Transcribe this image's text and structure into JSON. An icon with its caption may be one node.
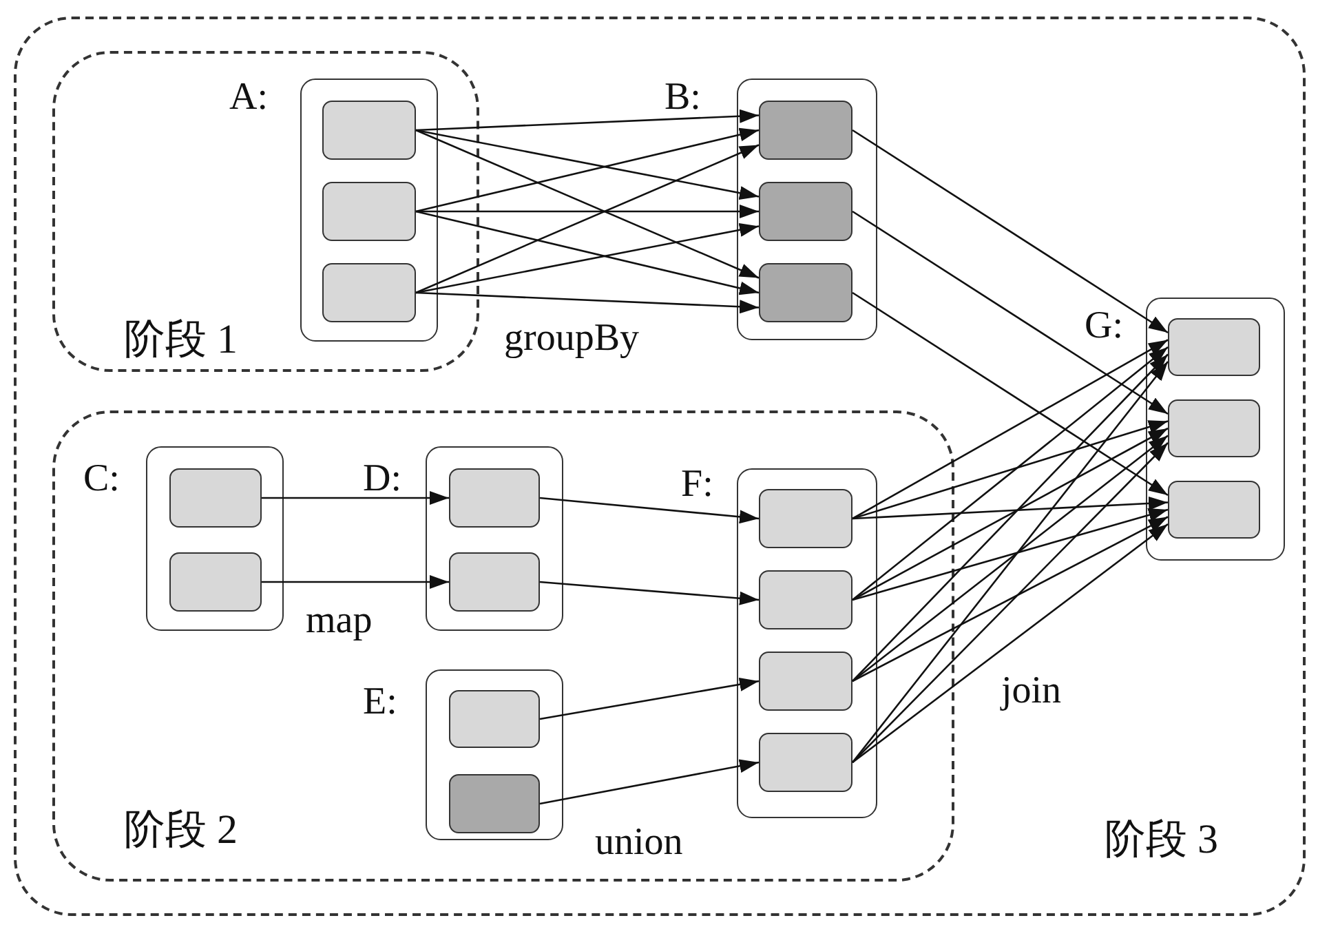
{
  "diagram": {
    "nodes": [
      {
        "text": [
          "阶段 3"
        ]
      },
      {
        "text": [
          "阶段 1"
        ],
        "in": 0
      },
      {
        "text": [
          "A:"
        ],
        "in": 1
      },
      {
        "text": [],
        "shape": "box",
        "in": 2
      },
      {
        "text": [],
        "shape": "box",
        "in": 2
      },
      {
        "text": [],
        "shape": "box",
        "in": 2
      },
      {
        "text": [
          "B:"
        ],
        "in": 0
      },
      {
        "text": [],
        "shape": "box",
        "in": 6
      },
      {
        "text": [],
        "shape": "box",
        "in": 6
      },
      {
        "text": [],
        "shape": "box",
        "in": 6
      },
      {
        "text": [
          "阶段 2"
        ],
        "in": 0
      },
      {
        "text": [
          "C:"
        ],
        "in": 10
      },
      {
        "text": [],
        "shape": "box",
        "in": 11
      },
      {
        "text": [],
        "shape": "box",
        "in": 11
      },
      {
        "text": [
          "D:"
        ],
        "in": 10
      },
      {
        "text": [],
        "shape": "box",
        "in": 14
      },
      {
        "text": [],
        "shape": "box",
        "in": 14
      },
      {
        "text": [
          "E:"
        ],
        "in": 10
      },
      {
        "text": [],
        "shape": "box",
        "in": 17
      },
      {
        "text": [],
        "shape": "box",
        "in": 17
      },
      {
        "text": [
          "F:"
        ],
        "in": 10
      },
      {
        "text": [],
        "shape": "box",
        "in": 20
      },
      {
        "text": [],
        "shape": "box",
        "in": 20
      },
      {
        "text": [],
        "shape": "box",
        "in": 20
      },
      {
        "text": [],
        "shape": "box",
        "in": 20
      },
      {
        "text": [
          "G:"
        ],
        "in": 0
      },
      {
        "text": [],
        "shape": "box",
        "in": 25
      },
      {
        "text": [],
        "shape": "box",
        "in": 25
      },
      {
        "text": [],
        "shape": "box",
        "in": 25
      }
    ],
    "edges": [
      {
        "from": 3,
        "to": 7,
        "arrow": "to"
      },
      {
        "from": 3,
        "to": 8,
        "arrow": "to"
      },
      {
        "from": 3,
        "to": 9,
        "arrow": "to"
      },
      {
        "from": 4,
        "to": 7,
        "arrow": "to"
      },
      {
        "from": 4,
        "to": 8,
        "arrow": "to"
      },
      {
        "from": 4,
        "to": 9,
        "arrow": "to"
      },
      {
        "from": 5,
        "to": 7,
        "arrow": "to"
      },
      {
        "from": 5,
        "to": 8,
        "arrow": "to"
      },
      {
        "from": 5,
        "to": 9,
        "arrow": "to"
      },
      {
        "from": 7,
        "to": 26,
        "arrow": "to"
      },
      {
        "from": 8,
        "to": 27,
        "arrow": "to"
      },
      {
        "from": 9,
        "to": 28,
        "arrow": "to"
      },
      {
        "from": 12,
        "to": 15,
        "arrow": "to"
      },
      {
        "from": 13,
        "to": 16,
        "arrow": "to"
      },
      {
        "from": 15,
        "to": 21,
        "arrow": "to"
      },
      {
        "from": 16,
        "to": 22,
        "arrow": "to"
      },
      {
        "from": 18,
        "to": 23,
        "arrow": "to"
      },
      {
        "from": 19,
        "to": 24,
        "arrow": "to"
      },
      {
        "from": 21,
        "to": 26,
        "arrow": "to"
      },
      {
        "from": 21,
        "to": 27,
        "arrow": "to"
      },
      {
        "from": 21,
        "to": 28,
        "arrow": "to"
      },
      {
        "from": 22,
        "to": 26,
        "arrow": "to"
      },
      {
        "from": 22,
        "to": 27,
        "arrow": "to"
      },
      {
        "from": 22,
        "to": 28,
        "arrow": "to"
      },
      {
        "from": 23,
        "to": 26,
        "arrow": "to"
      },
      {
        "from": 23,
        "to": 27,
        "arrow": "to"
      },
      {
        "from": 23,
        "to": 28,
        "arrow": "to"
      },
      {
        "from": 24,
        "to": 26,
        "arrow": "to"
      },
      {
        "from": 24,
        "to": 27,
        "arrow": "to"
      },
      {
        "from": 24,
        "to": 28,
        "arrow": "to"
      }
    ],
    "labels": [
      "groupBy",
      "map",
      "union",
      "join"
    ]
  }
}
